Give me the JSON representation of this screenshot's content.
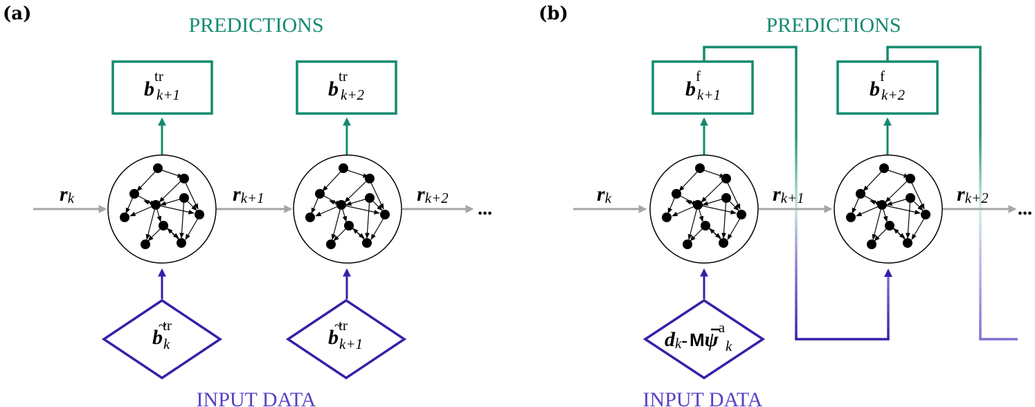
{
  "panels": [
    {
      "label": "(a)",
      "predictions_heading": "PREDICTIONS",
      "input_heading": "INPUT DATA",
      "prediction_boxes": [
        {
          "symbol": "b",
          "sup": "tr",
          "sub": "k+1"
        },
        {
          "symbol": "b",
          "sup": "tr",
          "sub": "k+2"
        }
      ],
      "input_diamonds": [
        {
          "symbol": "b",
          "accent": "~",
          "sup": "tr",
          "sub": "k"
        },
        {
          "symbol": "b",
          "accent": "~",
          "sup": "tr",
          "sub": "k+1"
        }
      ],
      "state_labels": [
        {
          "symbol": "r",
          "sub": "k"
        },
        {
          "symbol": "r",
          "sub": "k+1"
        },
        {
          "symbol": "r",
          "sub": "k+2"
        }
      ],
      "continuation": "..."
    },
    {
      "label": "(b)",
      "predictions_heading": "PREDICTIONS",
      "input_heading": "INPUT DATA",
      "prediction_boxes": [
        {
          "symbol": "b",
          "sup": "f",
          "sub": "k+1"
        },
        {
          "symbol": "b",
          "sup": "f",
          "sub": "k+2"
        }
      ],
      "input_diamond": {
        "d_symbol": "d",
        "d_sub": "k",
        "minus": "-",
        "matrix": "M",
        "psi_symbol": "ψ",
        "psi_sup": "a",
        "psi_sub": "k"
      },
      "state_labels": [
        {
          "symbol": "r",
          "sub": "k"
        },
        {
          "symbol": "r",
          "sub": "k+1"
        },
        {
          "symbol": "r",
          "sub": "k+2"
        }
      ],
      "continuation": "..."
    }
  ],
  "colors": {
    "prediction": "#138a6e",
    "input": "#3a1ea8",
    "input_text": "#5b3fc4",
    "state_arrow": "#a6a6a6",
    "network": "#000000"
  }
}
